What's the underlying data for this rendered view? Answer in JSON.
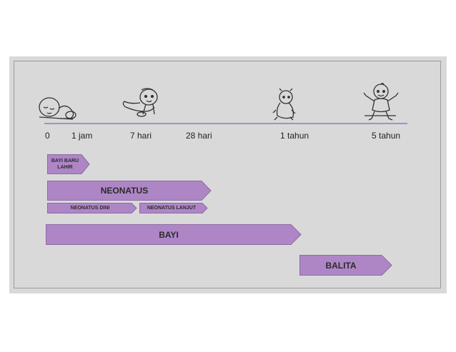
{
  "colors": {
    "slide_bg": "#d9d9d9",
    "arrow_fill": "#ae86c6",
    "arrow_stroke": "#8d6aa6",
    "timeline": "#a98bd0"
  },
  "icons": [
    "sleeping-baby-icon",
    "crawling-baby-icon",
    "sitting-baby-icon",
    "standing-toddler-icon"
  ],
  "timeline": {
    "ticks": [
      "0",
      "1 jam",
      "7 hari",
      "28 hari",
      "1 tahun",
      "5 tahun"
    ]
  },
  "stages": {
    "bayi_baru_lahir": "BAYI BARU\nLAHIR",
    "neonatus": "NEONATUS",
    "neonatus_dini": "NEONATUS DINI",
    "neonatus_lanjut": "NEONATUS LANJUT",
    "bayi": "BAYI",
    "balita": "BALITA"
  }
}
